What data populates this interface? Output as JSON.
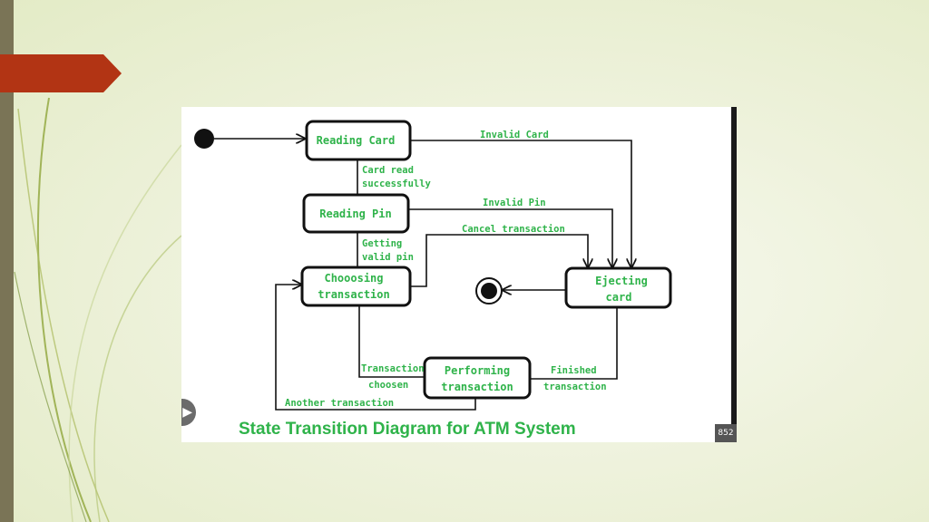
{
  "diagram": {
    "caption": "State Transition Diagram for ATM System",
    "states": {
      "reading_card": "Reading Card",
      "reading_pin": "Reading Pin",
      "choosing_line1": "Chooosing",
      "choosing_line2": "transaction",
      "ejecting_line1": "Ejecting",
      "ejecting_line2": "card",
      "performing_line1": "Performing",
      "performing_line2": "transaction"
    },
    "transitions": {
      "card_read_line1": "Card read",
      "card_read_line2": "successfully",
      "getting_pin_line1": "Getting",
      "getting_pin_line2": "valid pin",
      "invalid_card": "Invalid Card",
      "invalid_pin": "Invalid Pin",
      "cancel_transaction": "Cancel transaction",
      "transaction_chosen_line1": "Transaction",
      "transaction_chosen_line2": "choosen",
      "finished_line1": "Finished",
      "finished_line2": "transaction",
      "another_transaction": "Another transaction"
    },
    "badge": "852"
  },
  "colors": {
    "accent_green": "#2fb34a",
    "tab_red": "#b23414",
    "side_bar": "#7a7456"
  },
  "icons": {
    "start": "filled-circle-start-icon",
    "end": "bullseye-end-icon"
  }
}
